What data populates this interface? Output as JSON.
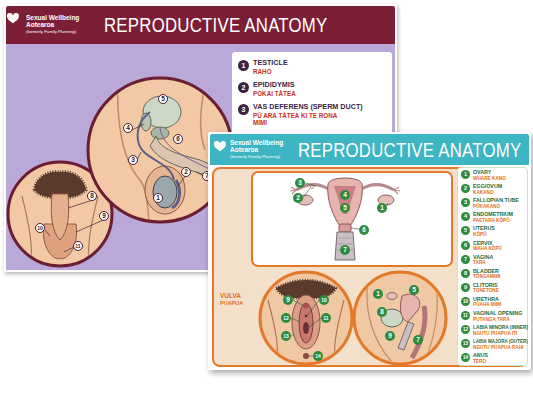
{
  "diagram": {
    "nodes": [
      {
        "text": [
          "Sexual Wellbeing Aotearoa",
          "(formerly Family Planning)",
          "REPRODUCTIVE ANATOMY"
        ]
      },
      {
        "text": [
          "1",
          "TESTICLE",
          "RAHO"
        ]
      },
      {
        "text": [
          "2",
          "EPIDIDYMIS",
          "POKAI TĀTEA"
        ]
      },
      {
        "text": [
          "3",
          "VAS DEFERENS (SPERM DUCT)",
          "PŪ ARA TĀTEA KI TE RONA MIMI"
        ]
      },
      {
        "text": [
          "Sexual Wellbeing Aotearoa",
          "(formerly Family Planning)",
          "REPRODUCTIVE ANATOMY"
        ]
      },
      {
        "text": [
          "1",
          "OVARY",
          "WHARE KANO"
        ]
      },
      {
        "text": [
          "2",
          "EGG/OVUM",
          "KAKANO"
        ]
      },
      {
        "text": [
          "3",
          "FALLOPIAN TUBE",
          "PŪKAKANO"
        ]
      },
      {
        "text": [
          "4",
          "ENDOMETRIUM",
          "PAETARA KŌPŪ"
        ]
      },
      {
        "text": [
          "5",
          "UTERUS",
          "KŌPŪ"
        ]
      },
      {
        "text": [
          "6",
          "CERVIX",
          "WAHA KŌPŪ"
        ]
      },
      {
        "text": [
          "7",
          "VAGINA",
          "TARA"
        ]
      },
      {
        "text": [
          "8",
          "BLADDER",
          "TŌNGAMIMI"
        ]
      },
      {
        "text": [
          "9",
          "CLITORIS",
          "TONETONE"
        ]
      },
      {
        "text": [
          "10",
          "URETHRA",
          "PŪAHA MIMI"
        ]
      },
      {
        "text": [
          "11",
          "VAGINAL OPENING",
          "PUTANGA TARA"
        ]
      },
      {
        "text": [
          "12",
          "LABIA MINORA (INNER)",
          "NGUTU PUAPUA ITI"
        ]
      },
      {
        "text": [
          "13",
          "LABIA MAJORA (OUTER)",
          "NGUTU PUAPUA RAHI"
        ]
      },
      {
        "text": [
          "14",
          "ANUS",
          "TERO"
        ]
      }
    ],
    "labels": [
      "5",
      "4",
      "6",
      "3",
      "2",
      "8",
      "7",
      "1",
      "8",
      "9",
      "10",
      "11",
      "3",
      "2",
      "4",
      "5",
      "1",
      "6",
      "7",
      "VULVA",
      "PUAPUA",
      "9",
      "10",
      "12",
      "11",
      "13",
      "14",
      "1",
      "5",
      "8",
      "9",
      "7"
    ]
  }
}
